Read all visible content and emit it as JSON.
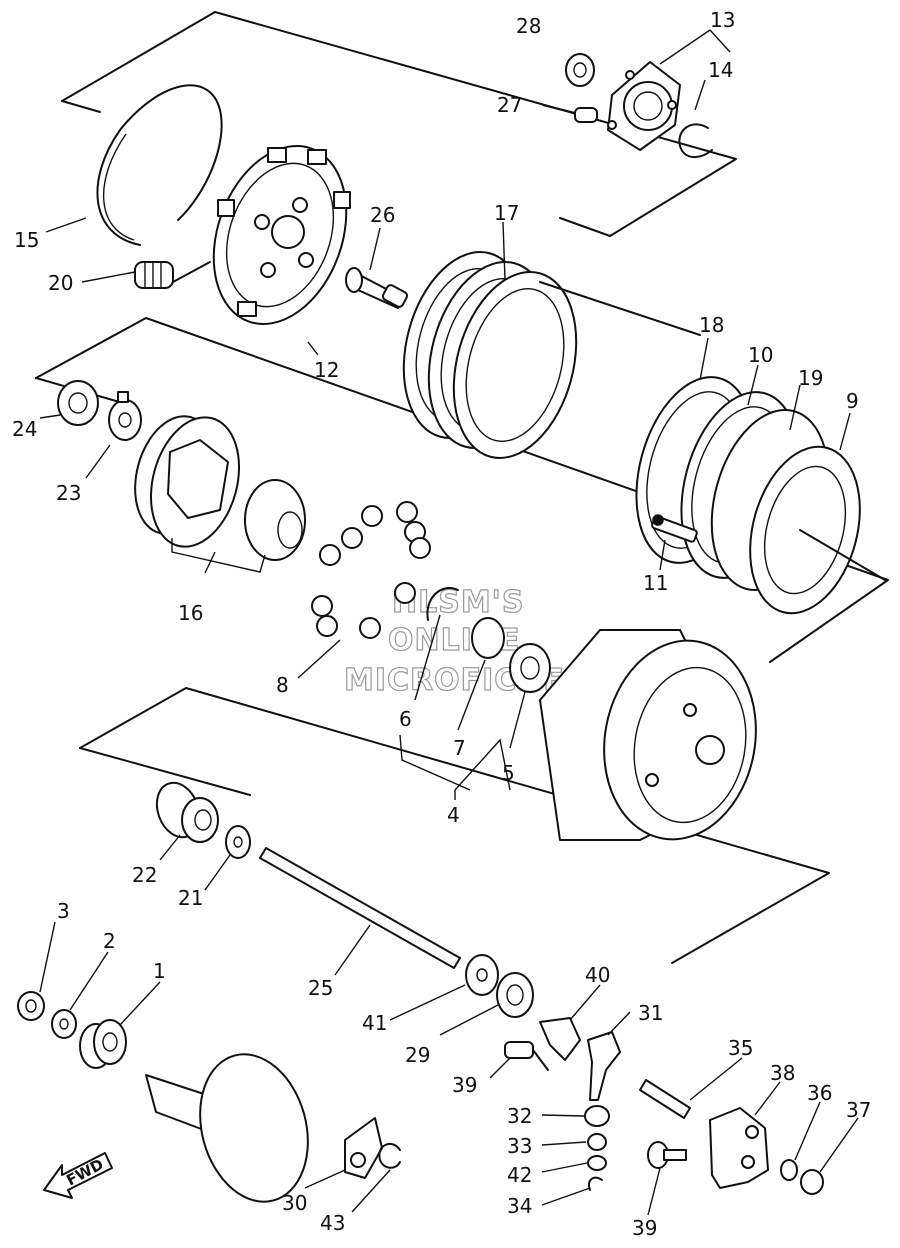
{
  "watermark": [
    "HLSM'S",
    "ONLINE",
    "MICROFICHE"
  ],
  "fwd_label": "FWD",
  "callouts": [
    "1",
    "2",
    "3",
    "4",
    "5",
    "6",
    "7",
    "8",
    "9",
    "10",
    "11",
    "12",
    "13",
    "14",
    "15",
    "16",
    "17",
    "18",
    "19",
    "20",
    "21",
    "22",
    "23",
    "24",
    "25",
    "26",
    "27",
    "28",
    "29",
    "30",
    "31",
    "32",
    "33",
    "34",
    "35",
    "36",
    "37",
    "38",
    "39",
    "40",
    "41",
    "42",
    "43"
  ]
}
